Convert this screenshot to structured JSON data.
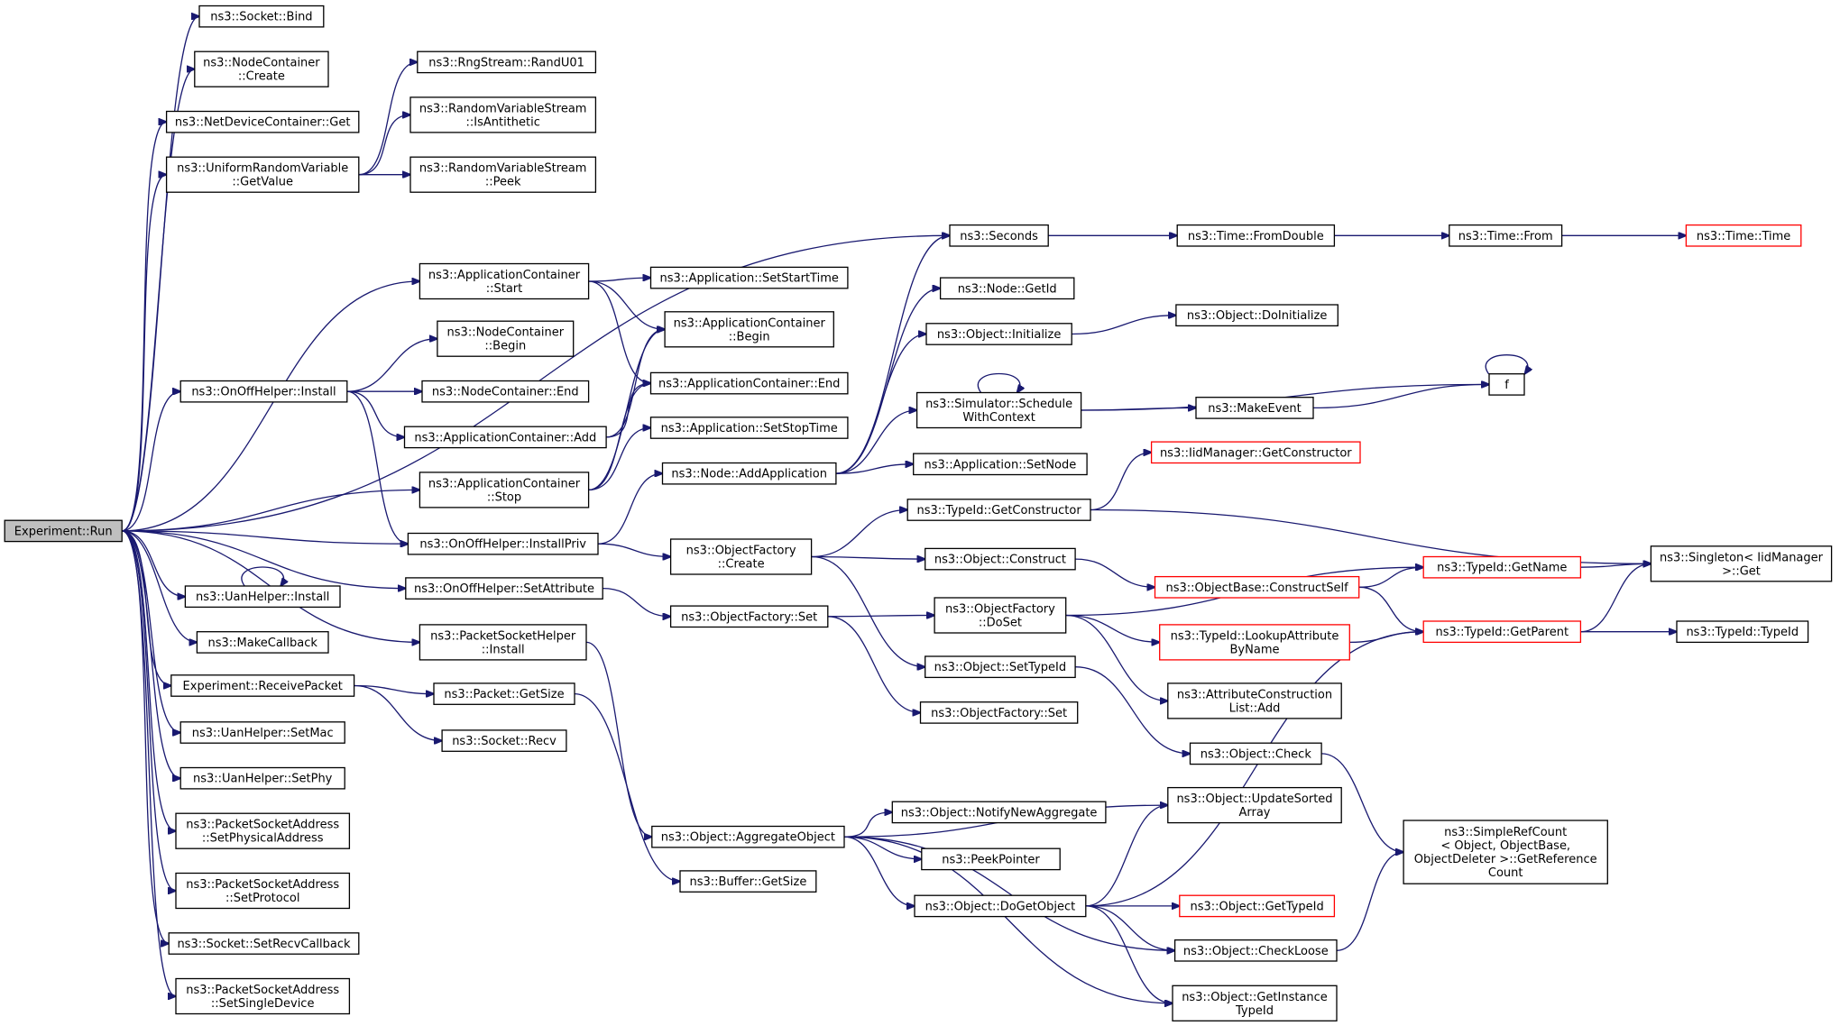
{
  "diagram": {
    "nodes": [
      {
        "id": "run",
        "label": [
          "Experiment::Run"
        ],
        "style": "root"
      },
      {
        "id": "bind",
        "label": [
          "ns3::Socket::Bind"
        ]
      },
      {
        "id": "nc_create",
        "label": [
          "ns3::NodeContainer",
          "::Create"
        ]
      },
      {
        "id": "ndc_get",
        "label": [
          "ns3::NetDeviceContainer::Get"
        ]
      },
      {
        "id": "urv_getvalue",
        "label": [
          "ns3::UniformRandomVariable",
          "::GetValue"
        ]
      },
      {
        "id": "randu01",
        "label": [
          "ns3::RngStream::RandU01"
        ]
      },
      {
        "id": "isantithetic",
        "label": [
          "ns3::RandomVariableStream",
          "::IsAntithetic"
        ]
      },
      {
        "id": "peek",
        "label": [
          "ns3::RandomVariableStream",
          "::Peek"
        ]
      },
      {
        "id": "seconds",
        "label": [
          "ns3::Seconds"
        ]
      },
      {
        "id": "fromdouble",
        "label": [
          "ns3::Time::FromDouble"
        ]
      },
      {
        "id": "time_from",
        "label": [
          "ns3::Time::From"
        ]
      },
      {
        "id": "time_time",
        "label": [
          "ns3::Time::Time"
        ],
        "style": "red"
      },
      {
        "id": "ac_start",
        "label": [
          "ns3::ApplicationContainer",
          "::Start"
        ]
      },
      {
        "id": "app_setstart",
        "label": [
          "ns3::Application::SetStartTime"
        ]
      },
      {
        "id": "ac_begin",
        "label": [
          "ns3::ApplicationContainer",
          "::Begin"
        ]
      },
      {
        "id": "nc_begin",
        "label": [
          "ns3::NodeContainer",
          "::Begin"
        ]
      },
      {
        "id": "onoff_install",
        "label": [
          "ns3::OnOffHelper::Install"
        ]
      },
      {
        "id": "nc_end",
        "label": [
          "ns3::NodeContainer::End"
        ]
      },
      {
        "id": "ac_end",
        "label": [
          "ns3::ApplicationContainer::End"
        ]
      },
      {
        "id": "ac_add",
        "label": [
          "ns3::ApplicationContainer::Add"
        ]
      },
      {
        "id": "app_setstop",
        "label": [
          "ns3::Application::SetStopTime"
        ]
      },
      {
        "id": "ac_stop",
        "label": [
          "ns3::ApplicationContainer",
          "::Stop"
        ]
      },
      {
        "id": "node_addapp",
        "label": [
          "ns3::Node::AddApplication"
        ]
      },
      {
        "id": "node_getid",
        "label": [
          "ns3::Node::GetId"
        ]
      },
      {
        "id": "obj_initialize",
        "label": [
          "ns3::Object::Initialize"
        ]
      },
      {
        "id": "obj_doinit",
        "label": [
          "ns3::Object::DoInitialize"
        ]
      },
      {
        "id": "sim_schedule",
        "label": [
          "ns3::Simulator::Schedule",
          "WithContext"
        ]
      },
      {
        "id": "makeevent",
        "label": [
          "ns3::MakeEvent"
        ]
      },
      {
        "id": "f",
        "label": [
          "f"
        ]
      },
      {
        "id": "app_setnode",
        "label": [
          "ns3::Application::SetNode"
        ]
      },
      {
        "id": "iid_getctor",
        "label": [
          "ns3::IidManager::GetConstructor"
        ],
        "style": "red"
      },
      {
        "id": "typeid_getctor",
        "label": [
          "ns3::TypeId::GetConstructor"
        ]
      },
      {
        "id": "singleton_get",
        "label": [
          "ns3::Singleton< IidManager",
          " >::Get"
        ]
      },
      {
        "id": "onoff_installpriv",
        "label": [
          "ns3::OnOffHelper::InstallPriv"
        ]
      },
      {
        "id": "of_create",
        "label": [
          "ns3::ObjectFactory",
          "::Create"
        ]
      },
      {
        "id": "obj_construct",
        "label": [
          "ns3::Object::Construct"
        ]
      },
      {
        "id": "typeid_getname",
        "label": [
          "ns3::TypeId::GetName"
        ],
        "style": "red"
      },
      {
        "id": "ob_constructself",
        "label": [
          "ns3::ObjectBase::ConstructSelf"
        ],
        "style": "red"
      },
      {
        "id": "uan_install",
        "label": [
          "ns3::UanHelper::Install"
        ]
      },
      {
        "id": "onoff_setattr",
        "label": [
          "ns3::OnOffHelper::SetAttribute"
        ]
      },
      {
        "id": "of_set",
        "label": [
          "ns3::ObjectFactory::Set"
        ]
      },
      {
        "id": "of_doset",
        "label": [
          "ns3::ObjectFactory",
          "::DoSet"
        ]
      },
      {
        "id": "typeid_lookup",
        "label": [
          "ns3::TypeId::LookupAttribute",
          "ByName"
        ],
        "style": "red"
      },
      {
        "id": "typeid_getparent",
        "label": [
          "ns3::TypeId::GetParent"
        ],
        "style": "red"
      },
      {
        "id": "typeid_typeid",
        "label": [
          "ns3::TypeId::TypeId"
        ]
      },
      {
        "id": "makecallback",
        "label": [
          "ns3::MakeCallback"
        ]
      },
      {
        "id": "psh_install",
        "label": [
          "ns3::PacketSocketHelper",
          "::Install"
        ]
      },
      {
        "id": "obj_settypeid",
        "label": [
          "ns3::Object::SetTypeId"
        ]
      },
      {
        "id": "acl_add",
        "label": [
          "ns3::AttributeConstruction",
          "List::Add"
        ]
      },
      {
        "id": "exp_receive",
        "label": [
          "Experiment::ReceivePacket"
        ]
      },
      {
        "id": "pkt_getsize",
        "label": [
          "ns3::Packet::GetSize"
        ]
      },
      {
        "id": "of_set2",
        "label": [
          "ns3::ObjectFactory::Set"
        ]
      },
      {
        "id": "uan_setmac",
        "label": [
          "ns3::UanHelper::SetMac"
        ]
      },
      {
        "id": "sock_recv",
        "label": [
          "ns3::Socket::Recv"
        ]
      },
      {
        "id": "obj_check",
        "label": [
          "ns3::Object::Check"
        ]
      },
      {
        "id": "uan_setphy",
        "label": [
          "ns3::UanHelper::SetPhy"
        ]
      },
      {
        "id": "obj_updatesorted",
        "label": [
          "ns3::Object::UpdateSorted",
          "Array"
        ]
      },
      {
        "id": "obj_notify",
        "label": [
          "ns3::Object::NotifyNewAggregate"
        ]
      },
      {
        "id": "simplerefcount",
        "label": [
          "ns3::SimpleRefCount",
          "< Object, ObjectBase,",
          " ObjectDeleter >::GetReference",
          "Count"
        ]
      },
      {
        "id": "psa_setphys",
        "label": [
          "ns3::PacketSocketAddress",
          "::SetPhysicalAddress"
        ]
      },
      {
        "id": "obj_aggregate",
        "label": [
          "ns3::Object::AggregateObject"
        ]
      },
      {
        "id": "peekpointer",
        "label": [
          "ns3::PeekPointer"
        ]
      },
      {
        "id": "buf_getsize",
        "label": [
          "ns3::Buffer::GetSize"
        ]
      },
      {
        "id": "psa_setproto",
        "label": [
          "ns3::PacketSocketAddress",
          "::SetProtocol"
        ]
      },
      {
        "id": "obj_dogetobject",
        "label": [
          "ns3::Object::DoGetObject"
        ]
      },
      {
        "id": "obj_gettypeid",
        "label": [
          "ns3::Object::GetTypeId"
        ],
        "style": "red"
      },
      {
        "id": "sock_setrecvcb",
        "label": [
          "ns3::Socket::SetRecvCallback"
        ]
      },
      {
        "id": "obj_checkloose",
        "label": [
          "ns3::Object::CheckLoose"
        ]
      },
      {
        "id": "psa_setsingle",
        "label": [
          "ns3::PacketSocketAddress",
          "::SetSingleDevice"
        ]
      },
      {
        "id": "obj_getinstance",
        "label": [
          "ns3::Object::GetInstance",
          "TypeId"
        ]
      }
    ]
  }
}
